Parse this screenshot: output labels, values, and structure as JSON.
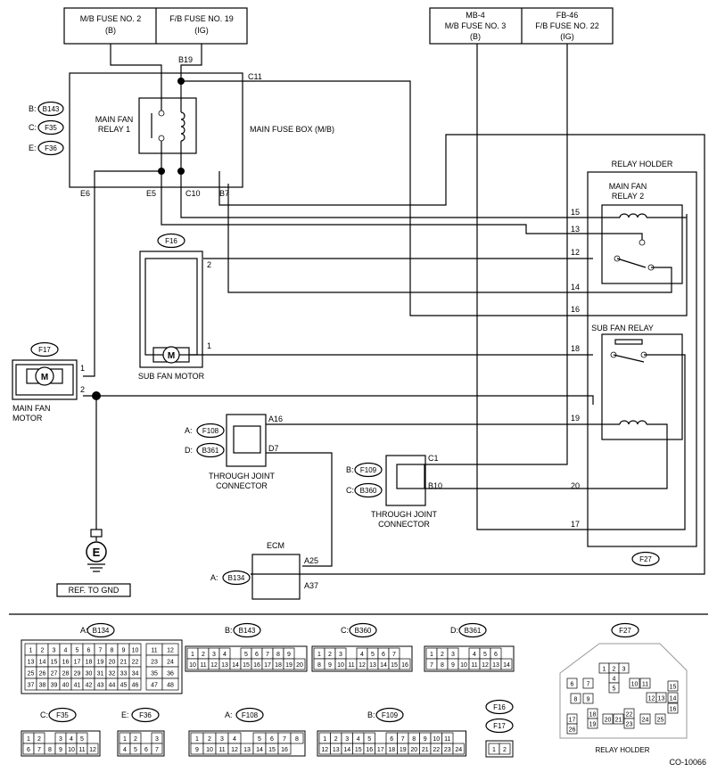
{
  "fuses": {
    "mb2": {
      "line1": "M/B FUSE NO. 2",
      "line2": "(B)"
    },
    "fb19": {
      "line1": "F/B FUSE NO. 19",
      "line2": "(IG)"
    },
    "mb3": {
      "line0": "MB-4",
      "line1": "M/B FUSE NO. 3",
      "line2": "(B)"
    },
    "fb22": {
      "line0": "FB-46",
      "line1": "F/B FUSE NO. 22",
      "line2": "(IG)"
    }
  },
  "main_fuse_box": {
    "label": "MAIN FUSE BOX (M/B)",
    "relay_line1": "MAIN FAN",
    "relay_line2": "RELAY 1",
    "terms": {
      "b19": "B19",
      "c11": "C11",
      "e6": "E6",
      "e5": "E5",
      "c10": "C10",
      "b7": "B7"
    },
    "connectors": [
      {
        "prefix": "B:",
        "id": "B143"
      },
      {
        "prefix": "C:",
        "id": "F35"
      },
      {
        "prefix": "E:",
        "id": "F36"
      }
    ]
  },
  "relay_holder": {
    "label": "RELAY HOLDER",
    "connector": "F27",
    "relay2_line1": "MAIN FAN",
    "relay2_line2": "RELAY 2",
    "sub_relay": "SUB FAN RELAY",
    "pins": {
      "p15": "15",
      "p13": "13",
      "p12": "12",
      "p14": "14",
      "p16": "16",
      "p18": "18",
      "p19": "19",
      "p20": "20",
      "p17": "17"
    }
  },
  "sub_fan_motor": {
    "label": "SUB FAN MOTOR",
    "connector": "F16",
    "pin2": "2",
    "pin1": "1",
    "symbol": "M"
  },
  "main_fan_motor": {
    "line1": "MAIN FAN",
    "line2": "MOTOR",
    "connector": "F17",
    "pin1": "1",
    "pin2": "2",
    "symbol": "M"
  },
  "tjc1": {
    "line1": "THROUGH JOINT",
    "line2": "CONNECTOR",
    "a_prefix": "A:",
    "a_id": "F108",
    "d_prefix": "D:",
    "d_id": "B361",
    "t_a16": "A16",
    "t_d7": "D7"
  },
  "tjc2": {
    "line1": "THROUGH JOINT",
    "line2": "CONNECTOR",
    "b_prefix": "B:",
    "b_id": "F109",
    "c_prefix": "C:",
    "c_id": "B360",
    "t_c1": "C1",
    "t_b10": "B10"
  },
  "ecm": {
    "label": "ECM",
    "prefix": "A:",
    "id": "B134",
    "t_a25": "A25",
    "t_a37": "A37"
  },
  "ground": {
    "symbol": "E",
    "label": "REF. TO GND"
  },
  "legend": {
    "b134": {
      "prefix": "A:",
      "id": "B134",
      "rows": [
        [
          "1",
          "2",
          "3",
          "4",
          "5",
          "6",
          "7",
          "8",
          "9",
          "10"
        ],
        [
          "13",
          "14",
          "15",
          "16",
          "17",
          "18",
          "19",
          "20",
          "21",
          "22"
        ],
        [
          "25",
          "26",
          "27",
          "28",
          "29",
          "30",
          "31",
          "32",
          "33",
          "34"
        ],
        [
          "37",
          "38",
          "39",
          "40",
          "41",
          "42",
          "43",
          "44",
          "45",
          "46"
        ]
      ],
      "side": [
        [
          "11",
          "12"
        ],
        [
          "23",
          "24"
        ],
        [
          "35",
          "36"
        ],
        [
          "47",
          "48"
        ]
      ]
    },
    "b143": {
      "prefix": "B:",
      "id": "B143",
      "rows": [
        [
          "1",
          "2",
          "3",
          "4",
          "",
          "5",
          "6",
          "7",
          "8",
          "9"
        ],
        [
          "10",
          "11",
          "12",
          "13",
          "14",
          "15",
          "16",
          "17",
          "18",
          "19",
          "20"
        ]
      ]
    },
    "b360": {
      "prefix": "C:",
      "id": "B360",
      "rows": [
        [
          "1",
          "2",
          "3",
          "",
          "4",
          "5",
          "6",
          "7"
        ],
        [
          "8",
          "9",
          "10",
          "11",
          "12",
          "13",
          "14",
          "15",
          "16"
        ]
      ]
    },
    "b361": {
      "prefix": "D:",
      "id": "B361",
      "rows": [
        [
          "1",
          "2",
          "3",
          "",
          "4",
          "5",
          "6"
        ],
        [
          "7",
          "8",
          "9",
          "10",
          "11",
          "12",
          "13",
          "14"
        ]
      ]
    },
    "f35": {
      "prefix": "C:",
      "id": "F35",
      "rows": [
        [
          "1",
          "2",
          "",
          "3",
          "4",
          "5"
        ],
        [
          "6",
          "7",
          "8",
          "9",
          "10",
          "11",
          "12"
        ]
      ]
    },
    "f36": {
      "prefix": "E:",
      "id": "F36",
      "rows": [
        [
          "1",
          "2",
          "",
          "3"
        ],
        [
          "4",
          "5",
          "6",
          "7"
        ]
      ]
    },
    "f108": {
      "prefix": "A:",
      "id": "F108",
      "rows": [
        [
          "1",
          "2",
          "3",
          "4",
          "",
          "5",
          "6",
          "7",
          "8"
        ],
        [
          "9",
          "10",
          "11",
          "12",
          "13",
          "14",
          "15",
          "16"
        ]
      ]
    },
    "f109": {
      "prefix": "B:",
      "id": "F109",
      "rows": [
        [
          "1",
          "2",
          "3",
          "4",
          "5",
          "",
          "6",
          "7",
          "8",
          "9",
          "10",
          "11"
        ],
        [
          "12",
          "13",
          "14",
          "15",
          "16",
          "17",
          "18",
          "19",
          "20",
          "21",
          "22",
          "23",
          "24"
        ]
      ]
    },
    "f16f17": {
      "ids": [
        "F16",
        "F17"
      ],
      "pins": [
        "1",
        "2"
      ]
    },
    "f27": {
      "id": "F27",
      "label": "RELAY HOLDER",
      "cells": [
        "1",
        "2",
        "3",
        "4",
        "5",
        "6",
        "7",
        "8",
        "9",
        "10",
        "11",
        "12",
        "13",
        "14",
        "15",
        "16",
        "17",
        "18",
        "19",
        "20",
        "21",
        "22",
        "23",
        "24",
        "25",
        "26"
      ]
    }
  },
  "figure_code": "CO-10066"
}
